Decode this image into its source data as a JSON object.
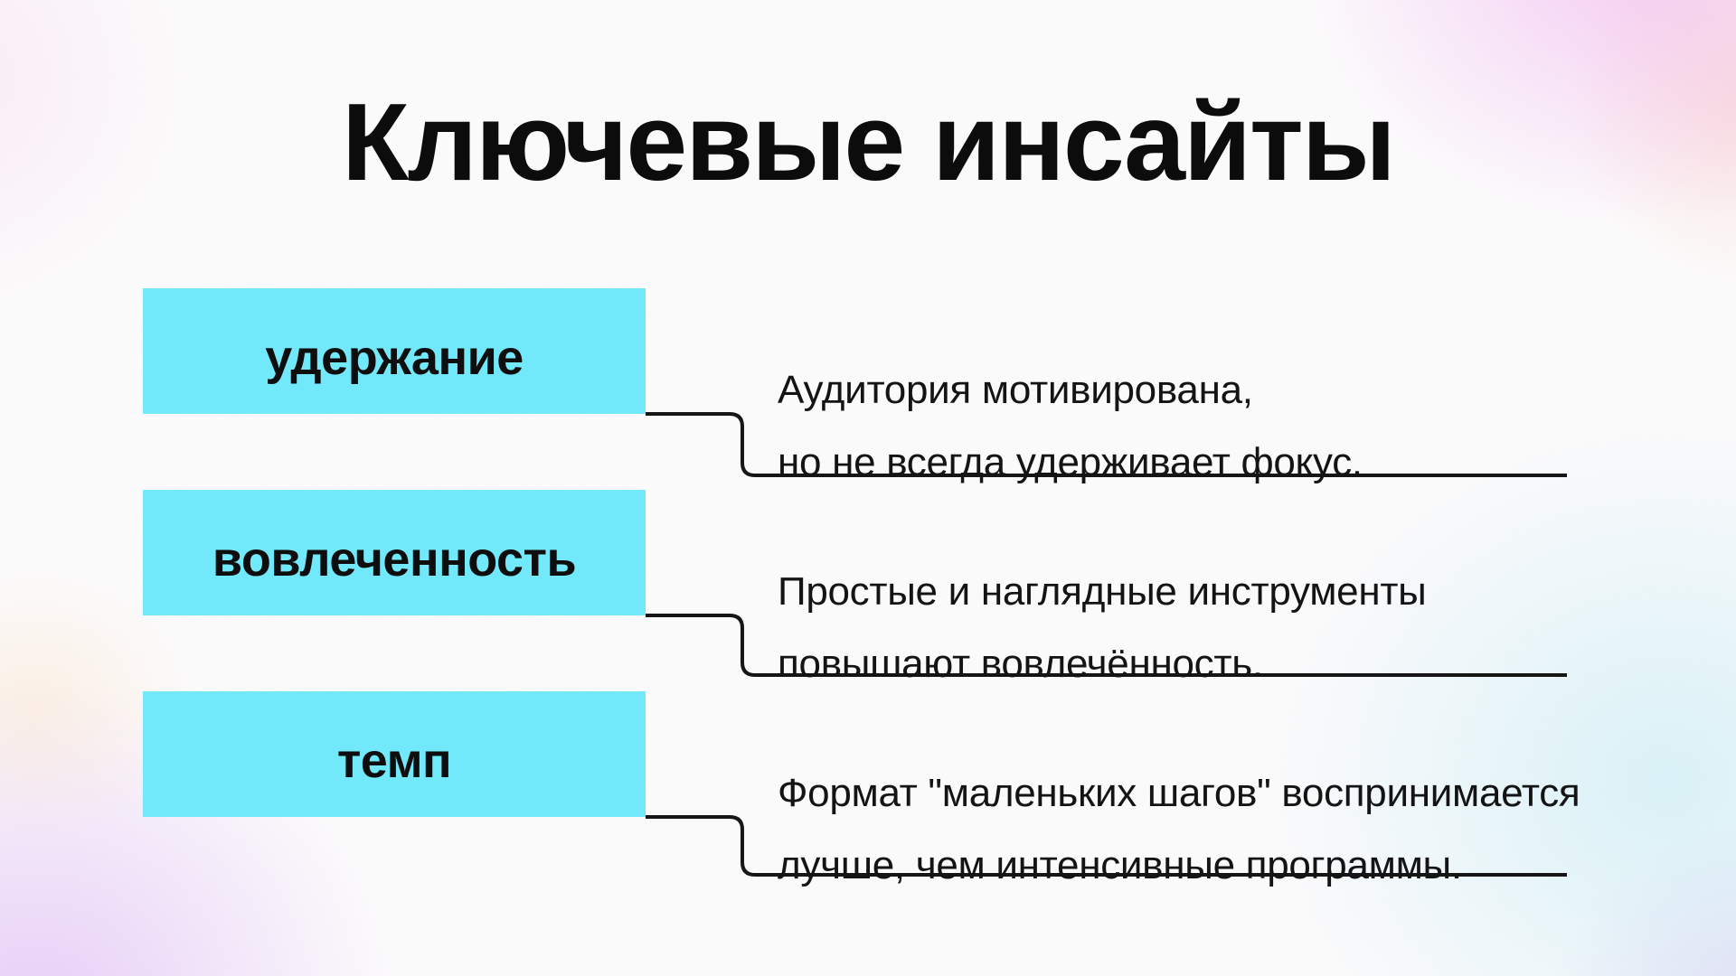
{
  "page": {
    "title": "Ключевые инсайты"
  },
  "insights": [
    {
      "label": "удержание",
      "line1": "Аудитория мотивирована,",
      "line2": "но не всегда удерживает фокус."
    },
    {
      "label": "вовлеченность",
      "line1": "Простые и наглядные инструменты",
      "line2": "повышают вовлечённость."
    },
    {
      "label": "темп",
      "line1": "Формат \"маленьких шагов\" воспринимается",
      "line2": "лучше, чем интенсивные программы."
    }
  ],
  "colors": {
    "box_fill": "#71E9FB",
    "text": "#141414",
    "connector": "#161616",
    "background_base": "#FDFCFD"
  }
}
